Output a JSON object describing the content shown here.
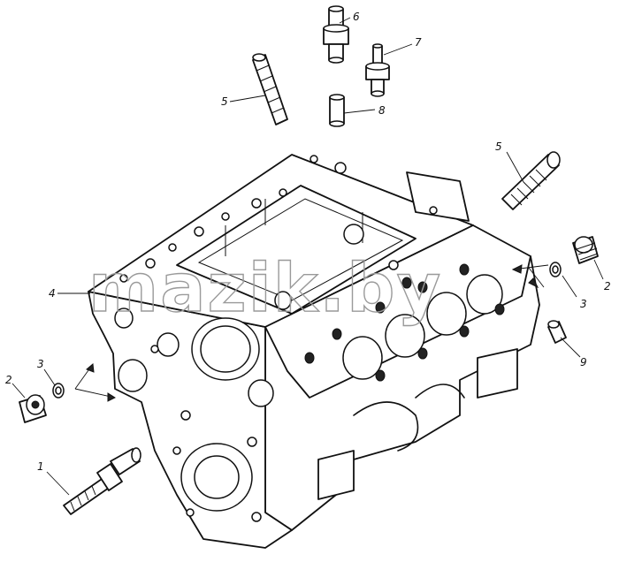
{
  "watermark": "mazik.by",
  "labels": {
    "l1": "1",
    "l2_left": "2",
    "l2_right": "2",
    "l3_left": "3",
    "l3_right": "3",
    "l4": "4",
    "l5_left": "5",
    "l5_right": "5",
    "l6": "6",
    "l7": "7",
    "l8": "8",
    "l9": "9"
  }
}
